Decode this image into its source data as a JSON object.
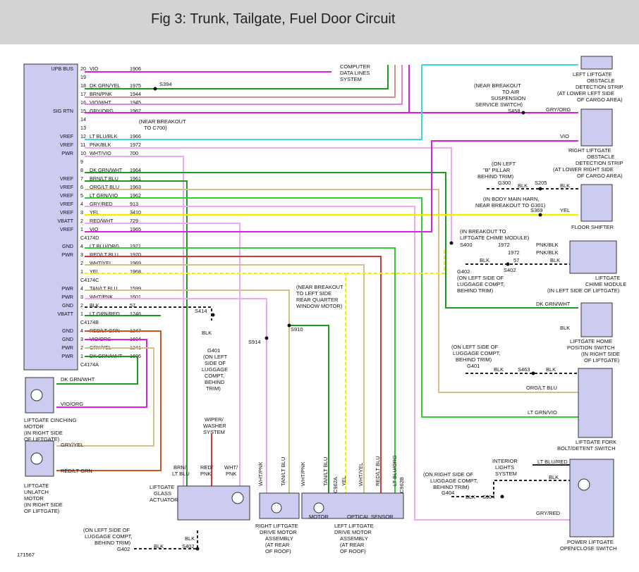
{
  "title": "Fig 3: Trunk, Tailgate, Fuel Door Circuit",
  "colors": {
    "module_fill": "#ccccf0",
    "wire_vio": "#e01ce0",
    "wire_green": "#1f9a1f",
    "wire_lightgreen": "#33cc33",
    "wire_cyan": "#33dddd",
    "wire_yellow": "#f0f000",
    "wire_pink": "#f0a8f0",
    "wire_red": "#dd3333",
    "wire_orange": "#cc5522",
    "wire_tan": "#d6c08a",
    "wire_black": "#222222"
  },
  "module": {
    "pin_groups": [
      {
        "label": "UPB BUS",
        "pin": "20",
        "color": "VIO",
        "circuit": "1906"
      },
      {
        "label": "",
        "pin": "19",
        "color": "",
        "circuit": ""
      },
      {
        "label": "",
        "pin": "18",
        "color": "DK GRN/YEL",
        "circuit": "1975"
      },
      {
        "label": "",
        "pin": "17",
        "color": "BRN/PNK",
        "circuit": "1944"
      },
      {
        "label": "",
        "pin": "16",
        "color": "VIO/WHT",
        "circuit": "1945"
      },
      {
        "label": "SIG RTN",
        "pin": "15",
        "color": "GRY/ORG",
        "circuit": "1967"
      },
      {
        "label": "",
        "pin": "14",
        "color": "",
        "circuit": ""
      },
      {
        "label": "",
        "pin": "13",
        "color": "",
        "circuit": ""
      },
      {
        "label": "VREF",
        "pin": "12",
        "color": "LT BLU/BLK",
        "circuit": "1966"
      },
      {
        "label": "VREF",
        "pin": "11",
        "color": "PNK/BLK",
        "circuit": "1972"
      },
      {
        "label": "PWR",
        "pin": "10",
        "color": "WHT/VIO",
        "circuit": "700"
      },
      {
        "label": "",
        "pin": "9",
        "color": "",
        "circuit": ""
      },
      {
        "label": "",
        "pin": "8",
        "color": "DK GRN/WHT",
        "circuit": "1964"
      },
      {
        "label": "VREF",
        "pin": "7",
        "color": "BRN/LT BLU",
        "circuit": "1961"
      },
      {
        "label": "VREF",
        "pin": "6",
        "color": "ORG/LT BLU",
        "circuit": "1963"
      },
      {
        "label": "VREF",
        "pin": "5",
        "color": "LT GRN/VIO",
        "circuit": "1962"
      },
      {
        "label": "VREF",
        "pin": "4",
        "color": "GRY/RED",
        "circuit": "913"
      },
      {
        "label": "VREF",
        "pin": "3",
        "color": "YEL",
        "circuit": "3410"
      },
      {
        "label": "VBATT",
        "pin": "2",
        "color": "RED/WHT",
        "circuit": "729"
      },
      {
        "label": "VREF",
        "pin": "1",
        "color": "VIO",
        "circuit": "1965"
      },
      {
        "label": "",
        "pin": "C4174D",
        "color": "",
        "circuit": ""
      },
      {
        "label": "GND",
        "pin": "4",
        "color": "LT BLU/ORG",
        "circuit": "1971"
      },
      {
        "label": "PWR",
        "pin": "3",
        "color": "RED/LT BLU",
        "circuit": "1970"
      },
      {
        "label": "",
        "pin": "2",
        "color": "WHT/YEL",
        "circuit": "1969"
      },
      {
        "label": "",
        "pin": "1",
        "color": "YEL",
        "circuit": "1968"
      },
      {
        "label": "",
        "pin": "C4174C",
        "color": "",
        "circuit": ""
      },
      {
        "label": "PWR",
        "pin": "4",
        "color": "TAN/LT BLU",
        "circuit": "1599"
      },
      {
        "label": "PWR",
        "pin": "3",
        "color": "WHT/PNK",
        "circuit": "1601"
      },
      {
        "label": "GND",
        "pin": "2",
        "color": "BLK",
        "circuit": "57"
      },
      {
        "label": "VBATT",
        "pin": "1",
        "color": "LT GRN/RED",
        "circuit": "1246"
      },
      {
        "label": "",
        "pin": "C4174B",
        "color": "",
        "circuit": ""
      },
      {
        "label": "GND",
        "pin": "4",
        "color": "RED/LT GRN",
        "circuit": "1247"
      },
      {
        "label": "GND",
        "pin": "3",
        "color": "VIO/ORG",
        "circuit": "1604"
      },
      {
        "label": "PWR",
        "pin": "2",
        "color": "GRY/YEL",
        "circuit": "1241"
      },
      {
        "label": "PWR",
        "pin": "1",
        "color": "DK GRN/WHT",
        "circuit": "1606"
      },
      {
        "label": "",
        "pin": "C4174A",
        "color": "",
        "circuit": ""
      }
    ]
  },
  "labels": {
    "computer_data": "COMPUTER",
    "computer_data2": "DATA LINES",
    "computer_data3": "SYSTEM",
    "s394": "S394",
    "near_breakout_c700_1": "(NEAR BREAKOUT",
    "near_breakout_c700_2": "TO C700)",
    "near_breakout_air_1": "(NEAR BREAKOUT",
    "near_breakout_air_2": "TO AIR",
    "near_breakout_air_3": "SUSPENSION",
    "near_breakout_air_4": "SERVICE SWITCH)",
    "s458": "S458",
    "gry_org": "GRY/ORG",
    "vio": "VIO",
    "left_obstacle_1": "LEFT LIFTGATE",
    "left_obstacle_2": "OBSTACLE",
    "left_obstacle_3": "DETECTION STRIP",
    "left_obstacle_4": "(AT LOWER LEFT SIDE",
    "left_obstacle_5": "OF CARGO AREA)",
    "right_obstacle_1": "RIGHT LIFTGATE",
    "right_obstacle_2": "OBSTACLE",
    "right_obstacle_3": "DETECTION STRIP",
    "right_obstacle_4": "(AT LOWER RIGHT SIDE",
    "right_obstacle_5": "OF CARGO AREA)",
    "on_left_b_pillar_1": "(ON LEFT",
    "on_left_b_pillar_2": "\"B\" PILLAR",
    "on_left_b_pillar_3": "BEHIND TRIM)",
    "g300": "G300",
    "s205": "S205",
    "blk": "BLK",
    "in_body_main_1": "(IN BODY MAIN HARN,",
    "in_body_main_2": "NEAR BREAKOUT TO G301)",
    "s369": "S369",
    "yel": "YEL",
    "floor_shifter": "FLOOR SHIFTER",
    "in_breakout_chime_1": "(IN BREAKOUT TO",
    "in_breakout_chime_2": "LIFTGATE CHIME MODULE)",
    "s400": "S400",
    "n1972a": "1972",
    "n1972b": "1972",
    "pnk_blk": "PNK/BLK",
    "n57": "57",
    "g402": "G402",
    "s402": "S402",
    "on_left_lug_1": "(ON LEFT SIDE OF",
    "on_left_lug_2": "LUGGAGE COMPT,",
    "on_left_lug_3": "BEHIND TRIM)",
    "chime_1": "LIFTGATE",
    "chime_2": "CHIME MODULE",
    "chime_3": "(IN LEFT SIDE OF LIFTGATE)",
    "dk_grn_wht": "DK GRN/WHT",
    "home_1": "LIFTGATE HOME",
    "home_2": "POSITION SWITCH",
    "home_3": "(IN RIGHT SIDE",
    "home_4": "OF LIFTGATE)",
    "g401": "G401",
    "s463": "S463",
    "org_lt_blu": "ORG/LT BLU",
    "lt_grn_vio": "LT GRN/VIO",
    "fork_1": "LIFTGATE FORK",
    "fork_2": "BOLT/DETENT SWITCH",
    "interior_1": "INTERIOR",
    "interior_2": "LIGHTS",
    "interior_3": "SYSTEM",
    "lt_blu_red": "LT BLU/RED",
    "on_right_lug_1": "(ON RIGHT SIDE OF",
    "on_right_lug_2": "LUGGAGE COMPT,",
    "on_right_lug_3": "BEHIND TRIM)",
    "g404": "G404",
    "s904": "S904",
    "gry_red": "GRY/RED",
    "power_1": "POWER LIFTGATE",
    "power_2": "OPEN/CLOSE SWITCH",
    "near_breakout_rear_1": "(NEAR BREAKOUT",
    "near_breakout_rear_2": "TO LEFT SIDE",
    "near_breakout_rear_3": "REAR QUARTER",
    "near_breakout_rear_4": "WINDOW MOTOR)",
    "s910": "S910",
    "s914": "S914",
    "s414": "S414",
    "g401b": "G401",
    "g401b_1": "(ON LEFT",
    "g401b_2": "SIDE OF",
    "g401b_3": "LUGGAGE",
    "g401b_4": "COMPT,",
    "g401b_5": "BEHIND",
    "g401b_6": "TRIM)",
    "dk_grn_wht2": "DK GRN/WHT",
    "vio_org": "VIO/ORG",
    "cinching_1": "LIFTGATE CINCHING",
    "cinching_2": "MOTOR",
    "cinching_3": "(IN RIGHT SIDE",
    "cinching_4": "OF LIFTGATE)",
    "gry_yel": "GRY/YEL",
    "red_lt_grn": "RED/LT GRN",
    "unlatch_1": "LIFTGATE",
    "unlatch_2": "UNLATCH",
    "unlatch_3": "MOTOR",
    "unlatch_4": "(IN RIGHT SIDE",
    "unlatch_5": "OF LIFTGATE)",
    "wiper_1": "WIPER/",
    "wiper_2": "WASHER",
    "wiper_3": "SYSTEM",
    "brn_lt_blu": "BRN/",
    "brn_lt_blu2": "LT BLU",
    "red_pnk": "RED/",
    "red_pnk2": "PNK",
    "wht_pnk_top": "WHT/",
    "wht_pnk_top2": "PNK",
    "glass_1": "LIFTGATE",
    "glass_2": "GLASS",
    "glass_3": "ACTUATOR",
    "on_left_lug_b1": "(ON LEFT SIDE OF",
    "on_left_lug_b2": "LUGGAGE COMPT,",
    "on_left_lug_b3": "BEHIND TRIM)",
    "g402b": "G402",
    "s402b": "S402",
    "rdm_1": "RIGHT LIFTGATE",
    "rdm_2": "DRIVE MOTOR",
    "rdm_3": "ASSEMBLY",
    "rdm_4": "(AT REAR",
    "rdm_5": "OF ROOF)",
    "ldm_1": "LEFT LIFTGATE",
    "ldm_2": "DRIVE MOTOR",
    "ldm_3": "ASSEMBLY",
    "ldm_4": "(AT REAR",
    "ldm_5": "OF ROOF)",
    "motor": "MOTOR",
    "optical": "OPTICAL SENSOR",
    "c962a": "C962A",
    "c962b": "C962B",
    "v_wht_pnk": "WHT/PNK",
    "v_tan_lt_blu": "TAN/LT BLU",
    "v_wht_pnk2": "WHT/PNK",
    "v_tan_lt_blu2": "TAN/LT BLU",
    "v_yel": "YEL",
    "v_wht_yel": "WHT/YEL",
    "v_red_lt_blu": "RED/LT BLU",
    "v_lt_blu_org": "LT BLU/ORG",
    "ref": "171567"
  }
}
